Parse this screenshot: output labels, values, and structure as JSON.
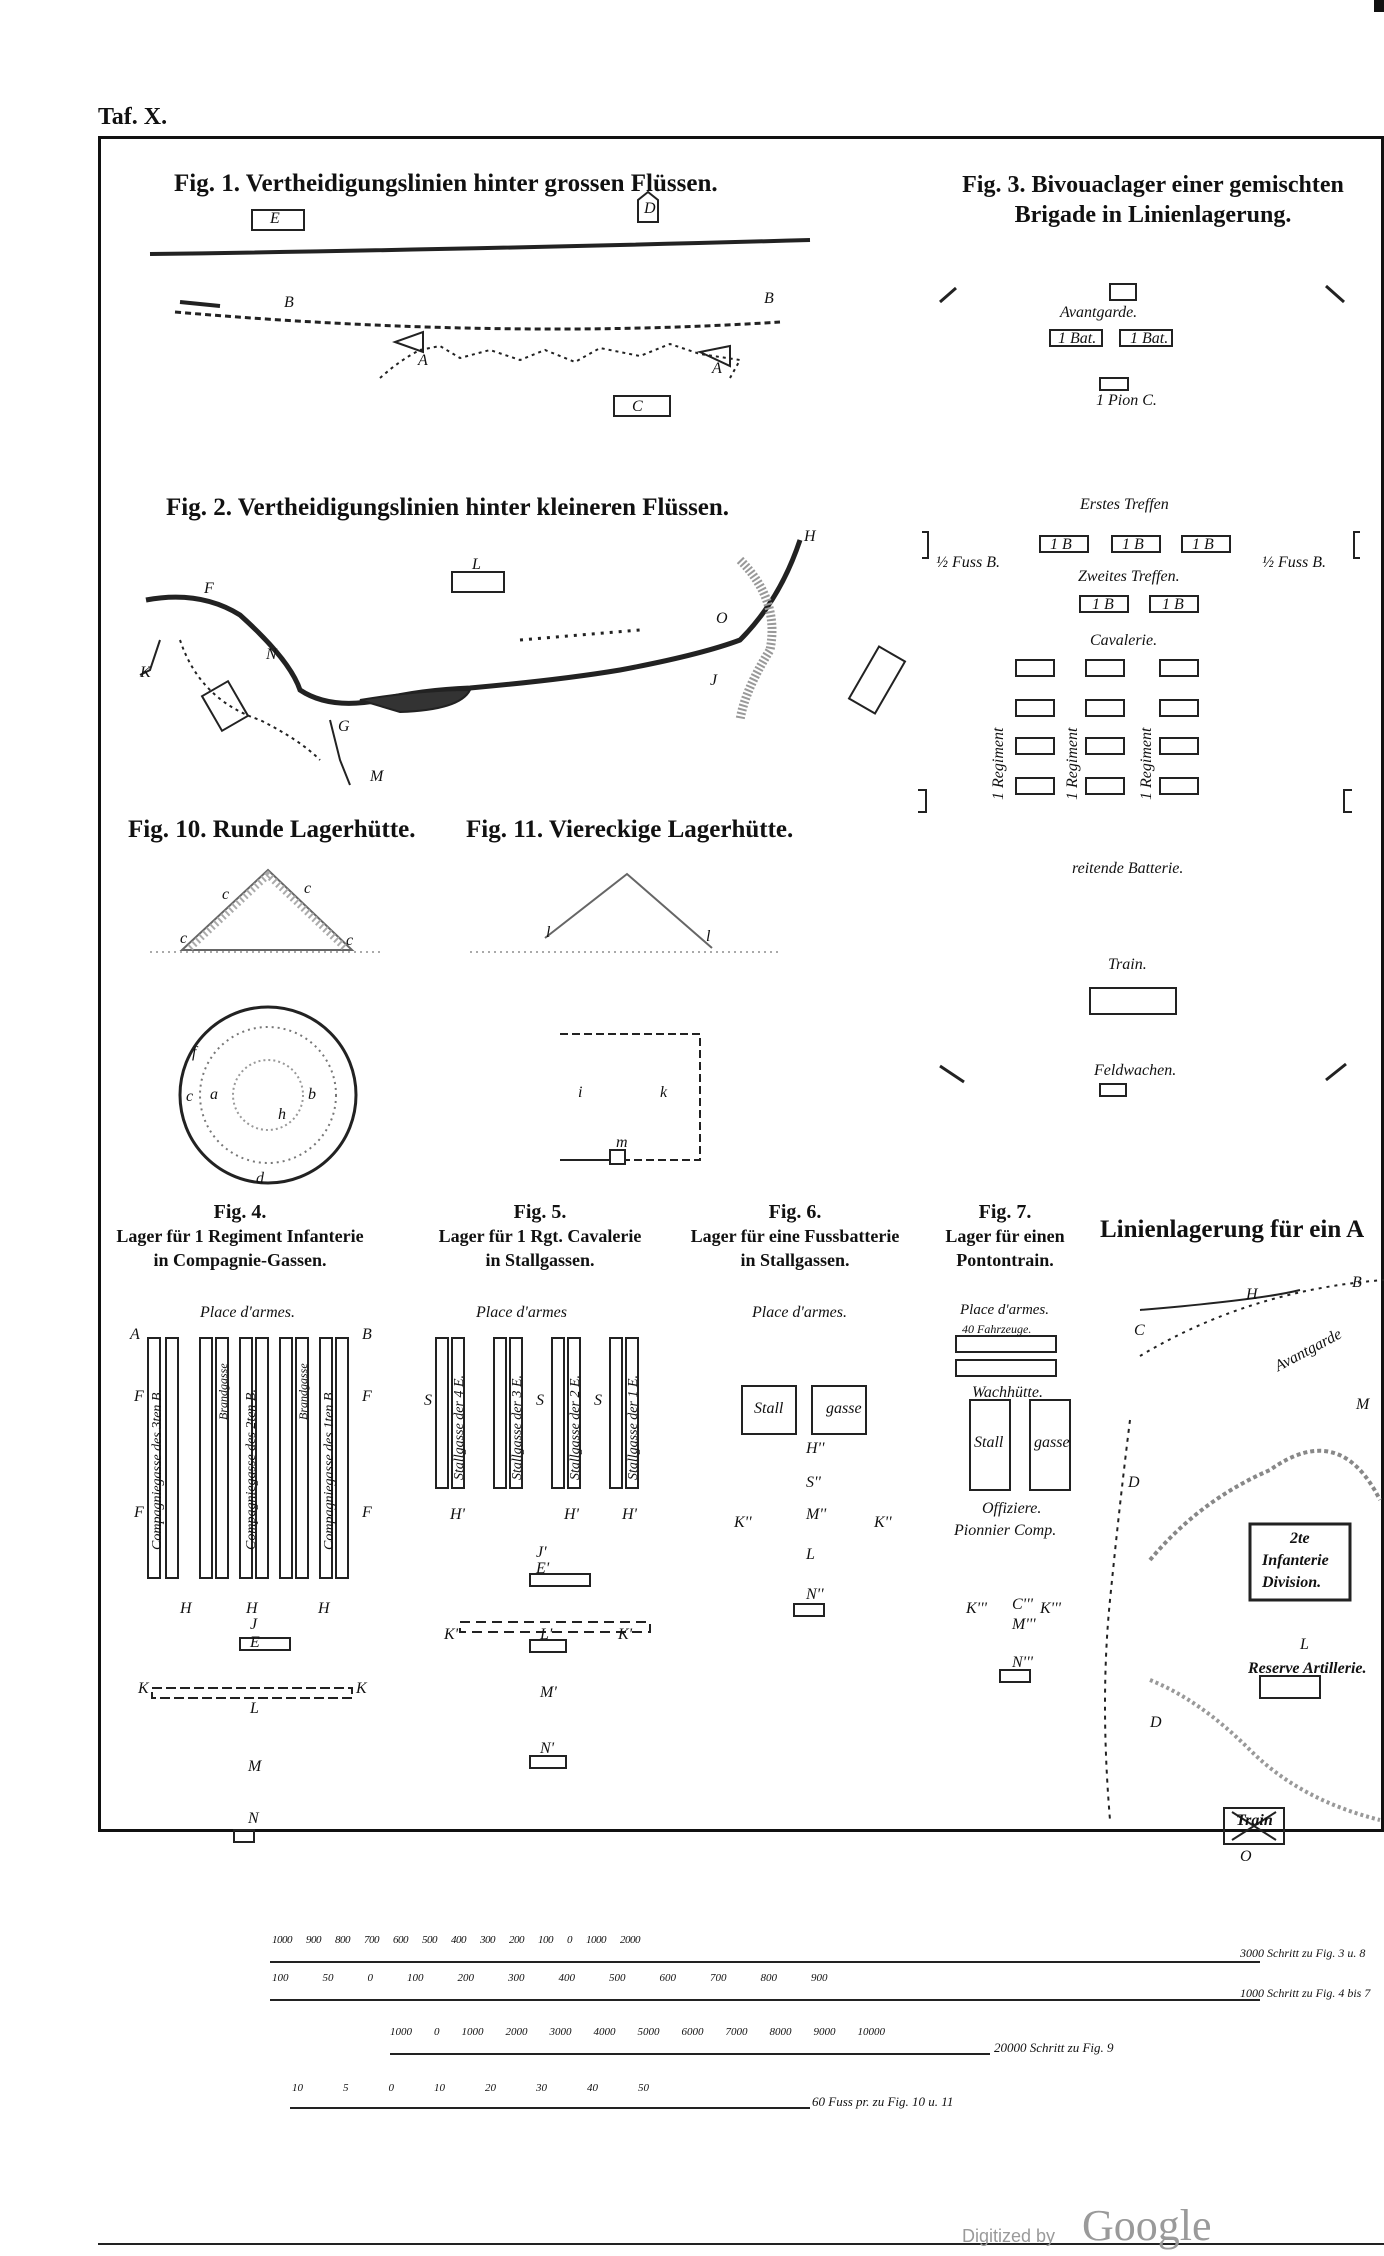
{
  "plate_label": "Taf. X.",
  "fig1": {
    "title": "Fig. 1. Vertheidigungslinien hinter grossen Flüssen.",
    "labels": [
      "E",
      "D",
      "B",
      "B",
      "A",
      "A",
      "C"
    ]
  },
  "fig2": {
    "title": "Fig. 2. Vertheidigungslinien hinter kleineren Flüssen.",
    "labels": [
      "F",
      "L",
      "H",
      "O",
      "N",
      "K",
      "J",
      "G",
      "M"
    ]
  },
  "fig3": {
    "title": "Fig. 3. Bivouaclager einer gemischten Brigade in Linienlagerung.",
    "labels": {
      "avantgarde": "Avantgarde.",
      "bat1": "1 Bat.",
      "bat2": "1 Bat.",
      "pion": "1 Pion C.",
      "erstes": "Erstes Treffen",
      "b1": "1 B",
      "b2": "1 B",
      "b3": "1 B",
      "fuss_l": "½ Fuss B.",
      "fuss_r": "½ Fuss B.",
      "zweites": "Zweites Treffen.",
      "b4": "1 B",
      "b5": "1 B",
      "cavalerie": "Cavalerie.",
      "reg1": "1 Regiment",
      "reg2": "1 Regiment",
      "reg3": "1 Regiment",
      "batterie": "reitende Batterie.",
      "train": "Train.",
      "feldwachen": "Feldwachen."
    }
  },
  "fig10": {
    "title": "Fig. 10. Runde Lagerhütte.",
    "labels": [
      "c",
      "c",
      "c",
      "c",
      "a",
      "b",
      "h",
      "c",
      "f",
      "d"
    ]
  },
  "fig11": {
    "title": "Fig. 11. Viereckige Lagerhütte.",
    "labels": [
      "l",
      "l",
      "i",
      "k",
      "m"
    ]
  },
  "fig4": {
    "caption_1": "Fig. 4.",
    "caption_2": "Lager für 1 Regiment Infanterie",
    "caption_3": "in Compagnie-Gassen.",
    "place": "Place d'armes.",
    "streets": [
      "Compagniegasse des 3ten B.",
      "Compagniegasse des 2ten B.",
      "Compagniegasse des 1ten B."
    ],
    "between": [
      "Brandgasse",
      "Brandgasse"
    ],
    "labels": {
      "A": "A",
      "B": "B",
      "F1": "F",
      "F2": "F",
      "F3": "F",
      "F4": "F",
      "H1": "H",
      "H2": "H",
      "H3": "H",
      "J": "J",
      "E": "E",
      "K1": "K",
      "K2": "K",
      "L": "L",
      "M": "M",
      "N": "N"
    }
  },
  "fig5": {
    "caption_1": "Fig. 5.",
    "caption_2": "Lager für 1 Rgt. Cavalerie",
    "caption_3": "in Stallgassen.",
    "place": "Place d'armes",
    "streets": [
      "Stallgasse der 4 E.",
      "Stallgasse der 3 E.",
      "Stallgasse der 2 E.",
      "Stallgasse der 1 E."
    ],
    "labels": {
      "S1": "S",
      "S2": "S",
      "S3": "S",
      "H1": "H'",
      "H2": "H'",
      "H3": "H'",
      "J": "J'",
      "E": "E'",
      "K1": "K'",
      "K2": "K'",
      "L": "L'",
      "M": "M'",
      "N": "N'"
    }
  },
  "fig6": {
    "caption_1": "Fig. 6.",
    "caption_2": "Lager für eine Fussbatterie",
    "caption_3": "in Stallgassen.",
    "place": "Place d'armes.",
    "stall": "Stall",
    "gasse": "gasse",
    "labels": {
      "H": "H''",
      "S": "S''",
      "M": "M''",
      "K1": "K''",
      "K2": "K''",
      "L": "L",
      "N": "N''"
    }
  },
  "fig7": {
    "caption_1": "Fig. 7.",
    "caption_2": "Lager für einen",
    "caption_3": "Pontontrain.",
    "place": "Place d'armes.",
    "fahrzeuge": "40 Fahrzeuge.",
    "wachhutte": "Wachhütte.",
    "stall": "Stall",
    "gasse": "gasse",
    "offiziere": "Offiziere.",
    "pionnier": "Pionnier Comp.",
    "labels": {
      "K1": "K'''",
      "K2": "K'''",
      "C": "C'''",
      "M": "M'''",
      "N": "N'''"
    }
  },
  "fig8": {
    "title": "Linienlagerung für ein A",
    "labels": {
      "H": "H",
      "B": "B",
      "C": "C",
      "avantgarde": "Avantgarde",
      "M": "M",
      "D1": "D",
      "D2": "D",
      "div1": "2te",
      "div2": "Infanterie",
      "div3": "Division.",
      "L": "L",
      "reserve": "Reserve Artillerie.",
      "train": "Train",
      "O": "O"
    }
  },
  "scales": [
    {
      "ticks": [
        "1000",
        "900",
        "800",
        "700",
        "600",
        "500",
        "400",
        "300",
        "200",
        "100",
        "0",
        "1000",
        "2000"
      ],
      "label": "3000 Schritt zu Fig. 3 u. 8"
    },
    {
      "ticks": [
        "100",
        "50",
        "0",
        "100",
        "200",
        "300",
        "400",
        "500",
        "600",
        "700",
        "800",
        "900"
      ],
      "label": "1000 Schritt zu Fig. 4 bis 7"
    },
    {
      "ticks": [
        "1000",
        "0",
        "1000",
        "2000",
        "3000",
        "4000",
        "5000",
        "6000",
        "7000",
        "8000",
        "9000",
        "10000"
      ],
      "label": "20000 Schritt zu Fig. 9"
    },
    {
      "ticks": [
        "10",
        "5",
        "0",
        "10",
        "20",
        "30",
        "40",
        "50"
      ],
      "label": "60 Fuss pr. zu Fig. 10 u. 11"
    }
  ],
  "footer": {
    "digitized": "Digitized by",
    "google": "Google"
  }
}
